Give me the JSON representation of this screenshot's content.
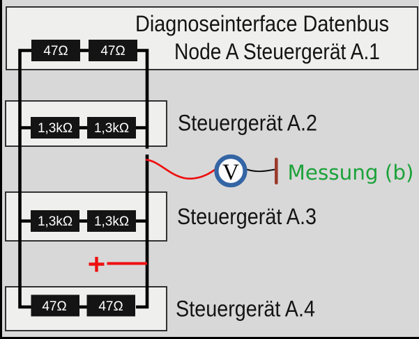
{
  "title": {
    "line1": "Diagnoseinterface Datenbus",
    "line2": "Node A Steuergerät A.1"
  },
  "nodes": [
    {
      "label": "Node A Steuergerät A.1",
      "resistors": [
        "47Ω",
        "47Ω"
      ]
    },
    {
      "label": "Steuergerät A.2",
      "resistors": [
        "1,3kΩ",
        "1,3kΩ"
      ]
    },
    {
      "label": "Steuergerät A.3",
      "resistors": [
        "1,3kΩ",
        "1,3kΩ"
      ]
    },
    {
      "label": "Steuergerät A.4",
      "resistors": [
        "47Ω",
        "47Ω"
      ]
    }
  ],
  "measurement": {
    "meter_symbol": "V",
    "label": "Messung (b)",
    "plus_symbol": "+"
  },
  "colors": {
    "background": "#d8d8d8",
    "box_fill": "#efefee",
    "box_border": "#1e1e1e",
    "resistor_fill": "#141414",
    "resistor_text": "#ffffff",
    "wire": "#000000",
    "red": "#ee1010",
    "probe_brown": "#9b3a2c",
    "meter_blue": "#3465a4",
    "green": "#1ca23a"
  }
}
